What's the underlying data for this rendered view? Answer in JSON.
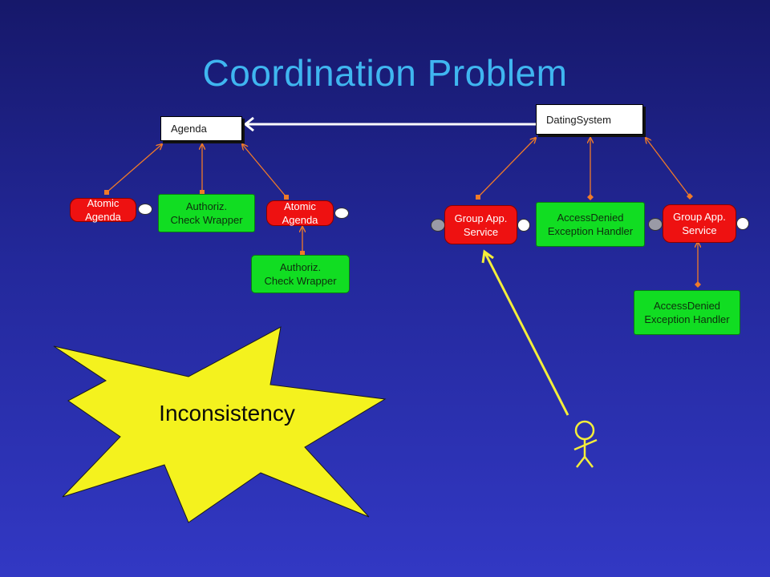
{
  "title": "Coordination Problem",
  "boxes": {
    "agenda": "Agenda",
    "dating_system": "DatingSystem",
    "atomic_agenda_1": "Atomic\nAgenda",
    "authoriz_check_1": "Authoriz.\nCheck Wrapper",
    "atomic_agenda_2": "Atomic\nAgenda",
    "authoriz_check_2": "Authoriz.\nCheck Wrapper",
    "group_app_service_1": "Group App.\nService",
    "access_denied_1": "AccessDenied\nException Handler",
    "group_app_service_2": "Group App.\nService",
    "access_denied_2": "AccessDenied\nException Handler"
  },
  "callout": "Inconsistency",
  "colors": {
    "title": "#3fb6f0",
    "component_red": "#ee1111",
    "wrapper_green": "#11dd22",
    "connector_orange": "#f07a28",
    "burst_yellow": "#f4f21e",
    "actor_yellow": "#f4ee3a"
  }
}
